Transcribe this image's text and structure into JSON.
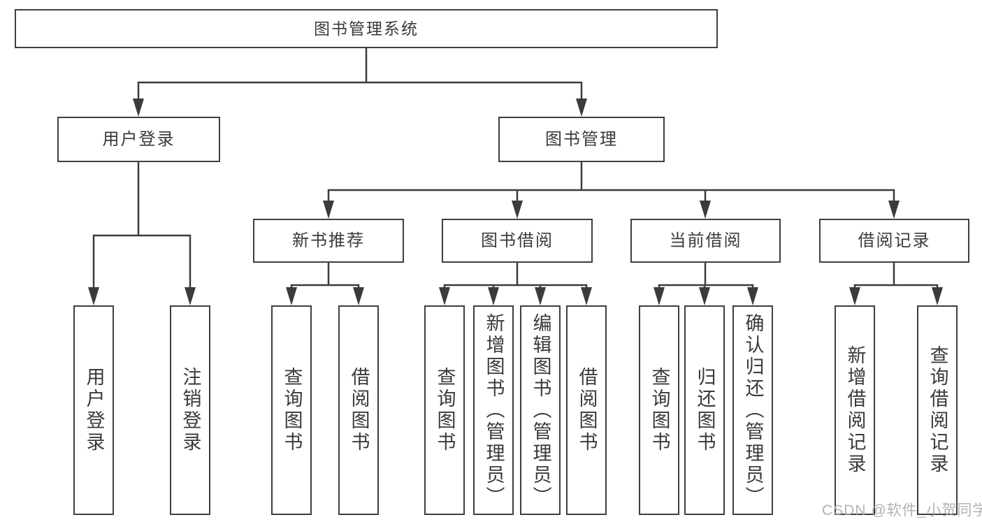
{
  "diagram": {
    "root": "图书管理系统",
    "user_branch": {
      "label": "用户登录",
      "children": {
        "login": "用户登录",
        "logout": "注销登录"
      }
    },
    "book_branch": {
      "label": "图书管理",
      "sections": {
        "new_books": {
          "label": "新书推荐",
          "children": {
            "query": "查询图书",
            "borrow": "借阅图书"
          }
        },
        "book_borrow": {
          "label": "图书借阅",
          "children": {
            "query": "查询图书",
            "add": "新增图书（管理员）",
            "edit": "编辑图书（管理员）",
            "borrow": "借阅图书"
          }
        },
        "current_borrow": {
          "label": "当前借阅",
          "children": {
            "query": "查询图书",
            "return": "归还图书",
            "confirm": "确认归还（管理员）"
          }
        },
        "borrow_records": {
          "label": "借阅记录",
          "children": {
            "add": "新增借阅记录",
            "query": "查询借阅记录"
          }
        }
      }
    },
    "watermark": "CSDN @软件_小贺同学"
  },
  "colors": {
    "line": "#3b3b3b",
    "border": "#3f3f3f",
    "text": "#3a3a3a",
    "watermark": "#a6a6a6",
    "bg": "#ffffff"
  }
}
